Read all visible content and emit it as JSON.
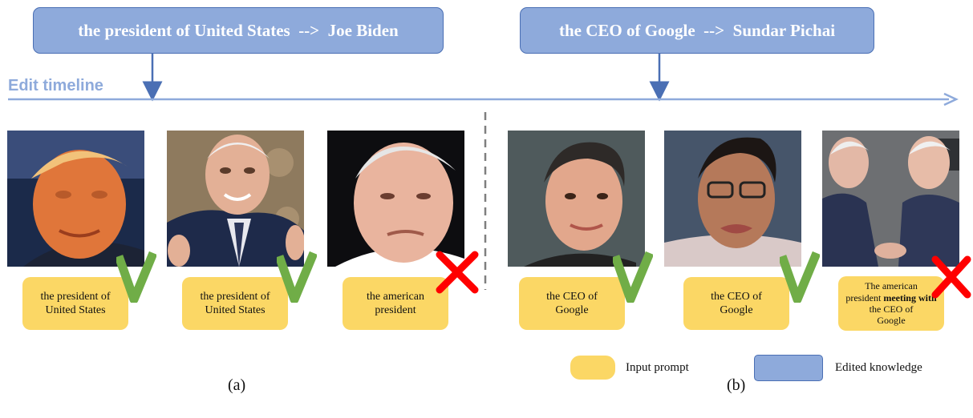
{
  "edits": [
    {
      "text": "the president of United States  -->  Joe Biden"
    },
    {
      "text": "the CEO of Google  -->  Sundar Pichai"
    }
  ],
  "timeline_label": "Edit timeline",
  "panels": [
    {
      "image": "trump-portrait",
      "prompt_l1": "the president of",
      "prompt_l2": "United States",
      "result": "check-mark-icon"
    },
    {
      "image": "biden-portrait",
      "prompt_l1": "the president of",
      "prompt_l2": "United States",
      "result": "check-mark-icon"
    },
    {
      "image": "older-man-portrait",
      "prompt_l1": "the american",
      "prompt_l2": "president",
      "result": "cross-mark-icon"
    },
    {
      "image": "larry-page-portrait",
      "prompt_l1": "the CEO of",
      "prompt_l2": "Google",
      "result": "check-mark-icon"
    },
    {
      "image": "sundar-pichai-portrait",
      "prompt_l1": "the CEO of",
      "prompt_l2": "Google",
      "result": "check-mark-icon"
    },
    {
      "image": "two-men-meeting-photo",
      "prompt_a": "The american",
      "prompt_b": "president",
      "prompt_bold": "meeting with",
      "prompt_c": "the CEO of",
      "prompt_d": "Google",
      "result": "cross-mark-icon"
    }
  ],
  "legend": {
    "input_prompt": "Input prompt",
    "edited_knowledge": "Edited knowledge"
  },
  "captions": {
    "a": "(a)",
    "b": "(b)"
  },
  "colors": {
    "edit_fill": "#8eaadb",
    "edit_border": "#4a6fb4",
    "prompt_fill": "#fbd765",
    "check": "#70ad47",
    "cross": "#ff0000",
    "timeline": "#8eaadb",
    "divider": "#7f7f7f"
  }
}
